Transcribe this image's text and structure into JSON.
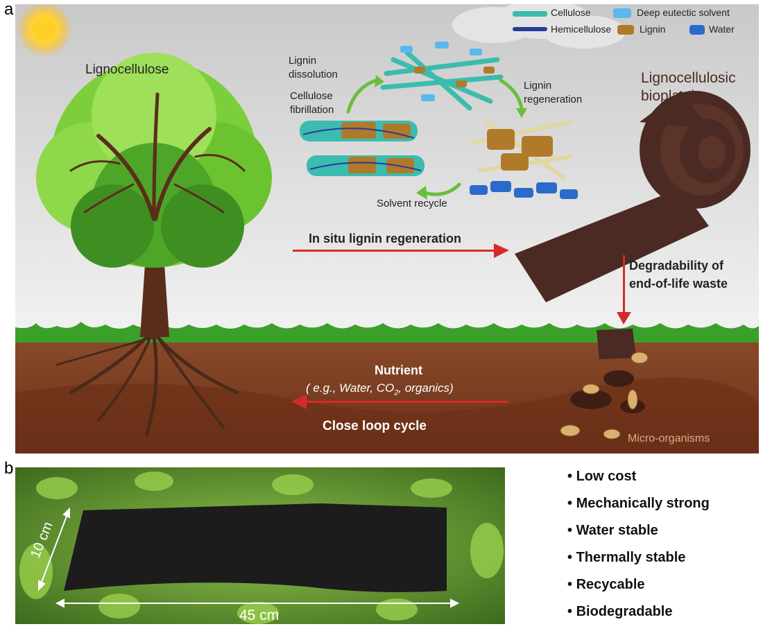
{
  "panel_a": {
    "letter": "a",
    "tree_label": "Lignocellulose",
    "bioplastic_label_line1": "Lignocellulosic",
    "bioplastic_label_line2": "bioplastic",
    "legend": [
      {
        "label": "Cellulose",
        "icon": "cellulose-icon"
      },
      {
        "label": "Hemicellulose",
        "icon": "hemicellulose-icon"
      },
      {
        "label": "Deep eutectic solvent",
        "icon": "des-icon"
      },
      {
        "label": "Lignin",
        "icon": "lignin-icon"
      },
      {
        "label": "Water",
        "icon": "water-icon"
      }
    ],
    "cycle": {
      "lignin_dissolution_1": "Lignin",
      "lignin_dissolution_2": "dissolution",
      "cellulose_fibrillation_1": "Cellulose",
      "cellulose_fibrillation_2": "fibrillation",
      "lignin_regeneration_1": "Lignin",
      "lignin_regeneration_2": "regeneration",
      "solvent_recycle": "Solvent recycle"
    },
    "in_situ": "In situ lignin regeneration",
    "degradability_1": "Degradability of",
    "degradability_2": "end-of-life waste",
    "nutrient_title": "Nutrient",
    "nutrient_sub_pre": "( e.g., Water, CO",
    "nutrient_sub_sub": "2",
    "nutrient_sub_post": ", organics)",
    "close_loop": "Close loop cycle",
    "microorganisms": "Micro-organisms",
    "colors": {
      "sky": "#d9d9d9",
      "grass": "#3aa02a",
      "soil": "#7a3a22",
      "arrow": "#d62a2a",
      "bioplastic": "#4a2a22"
    }
  },
  "panel_b": {
    "letter": "b",
    "width_label": "45 cm",
    "height_label": "10 cm",
    "features": [
      "Low cost",
      "Mechanically strong",
      "Water stable",
      "Thermally stable",
      "Recycable",
      "Biodegradable"
    ]
  }
}
